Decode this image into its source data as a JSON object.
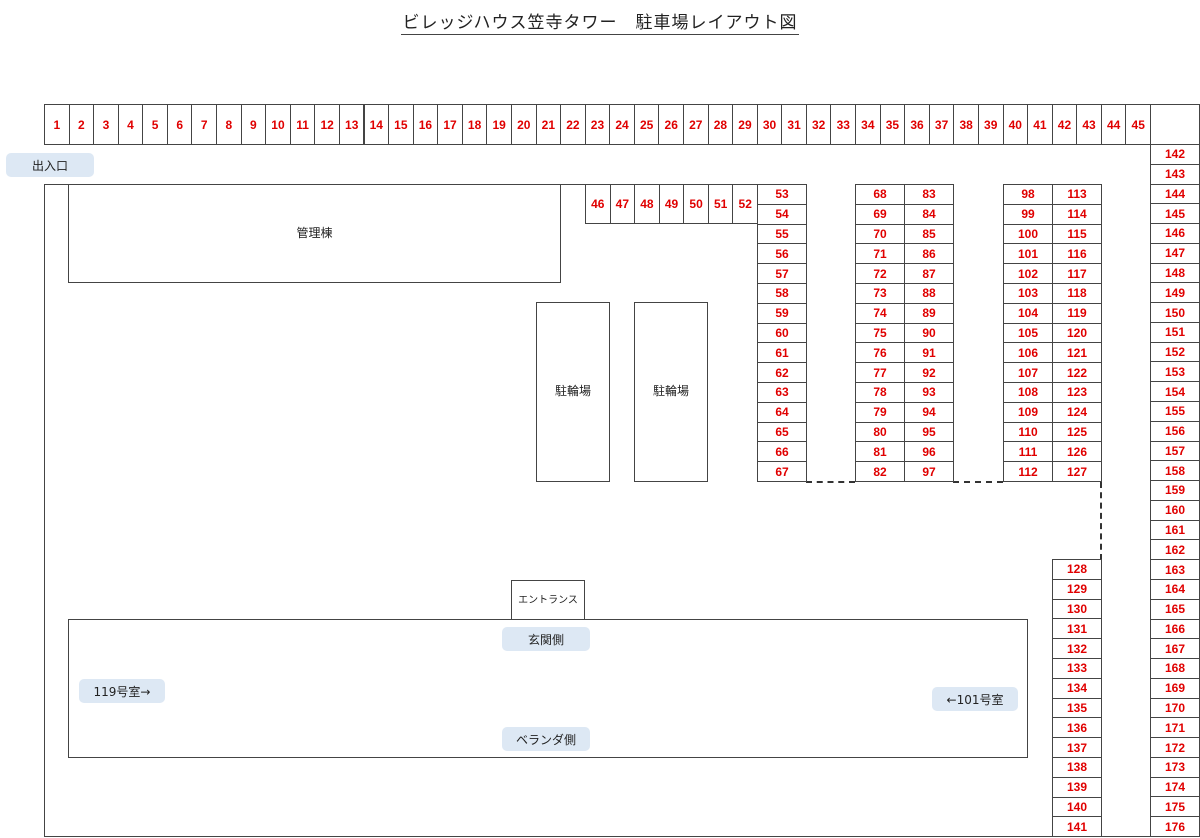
{
  "title": "ビレッジハウス笠寺タワー　駐車場レイアウト図",
  "colors": {
    "space_number": "#e00000",
    "line": "#444444",
    "pill_bg": "#dde8f4"
  },
  "labels": {
    "entrance_exit": "出入口",
    "management_building": "管理棟",
    "bicycle_parking_1": "駐輪場",
    "bicycle_parking_2": "駐輪場",
    "entrance": "エントランス",
    "front_side": "玄関側",
    "veranda_side": "ベランダ側",
    "room_119": "119号室→",
    "room_101": "←101号室"
  },
  "parking": {
    "top_row": {
      "start": 1,
      "end": 45
    },
    "mid_row": {
      "start": 46,
      "end": 52
    },
    "column_a": {
      "start": 53,
      "end": 67
    },
    "column_b": {
      "start": 68,
      "end": 82
    },
    "column_c": {
      "start": 83,
      "end": 97
    },
    "column_d": {
      "start": 98,
      "end": 112
    },
    "column_e": {
      "start": 113,
      "end": 127
    },
    "column_f": {
      "start": 128,
      "end": 141
    },
    "right_column": {
      "start": 142,
      "end": 176
    }
  }
}
